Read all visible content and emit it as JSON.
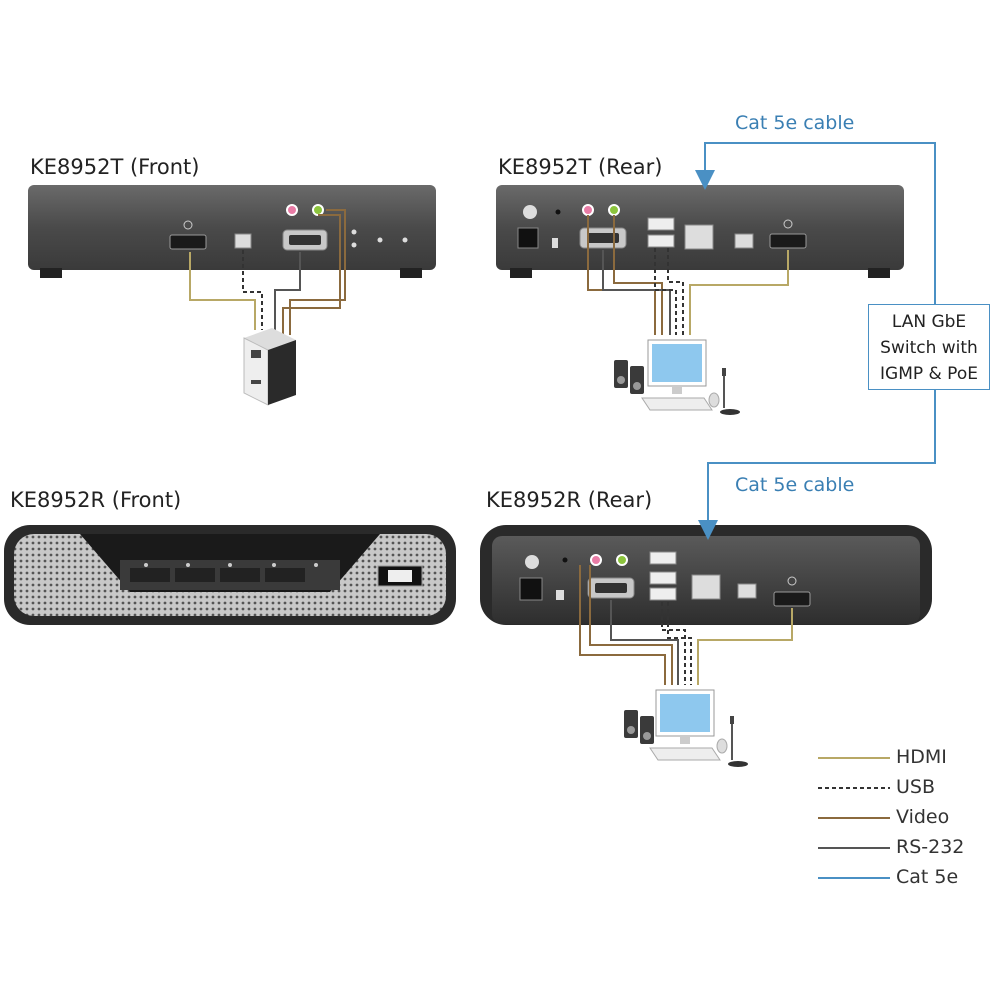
{
  "devices": {
    "tx_front": "KE8952T (Front)",
    "tx_rear": "KE8952T (Rear)",
    "rx_front": "KE8952R (Front)",
    "rx_rear": "KE8952R (Rear)"
  },
  "switch": {
    "line1": "LAN GbE",
    "line2": "Switch with",
    "line3": "IGMP & PoE"
  },
  "cables": {
    "top_label": "Cat 5e cable",
    "bottom_label": "Cat 5e cable"
  },
  "legend": [
    {
      "label": "HDMI",
      "color": "#b8a866",
      "style": "solid"
    },
    {
      "label": "USB",
      "color": "#333333",
      "style": "dashed"
    },
    {
      "label": "Video",
      "color": "#8b6a3e",
      "style": "solid"
    },
    {
      "label": "RS-232",
      "color": "#555555",
      "style": "solid"
    },
    {
      "label": "Cat 5e",
      "color": "#4a90c4",
      "style": "solid"
    }
  ],
  "colors": {
    "hdmi": "#b8a866",
    "usb": "#333333",
    "video": "#8b6a3e",
    "rs232": "#555555",
    "cat5e": "#4a90c4",
    "device_body": "#4a4a4a"
  }
}
